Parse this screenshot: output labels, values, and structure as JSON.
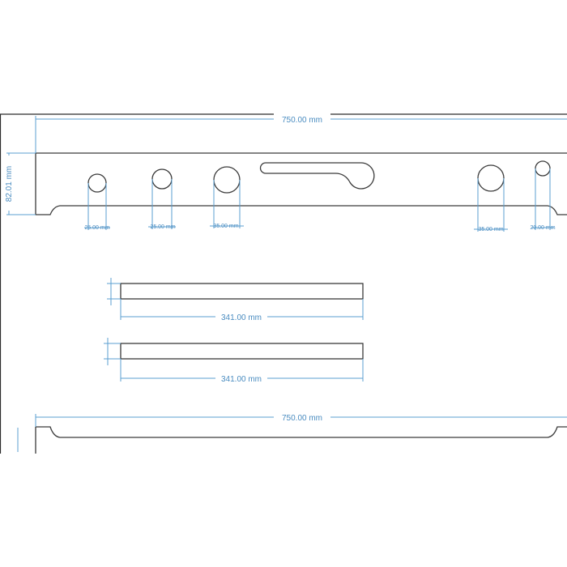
{
  "drawing": {
    "top_plate": {
      "width_label": "750.00 mm",
      "height_label": "82.01 mm",
      "hole_labels": [
        "25.00 mm",
        "25.00 mm",
        "35.00 mm",
        "35.00 mm",
        "20.00 mm"
      ]
    },
    "bar_1": {
      "length_label": "341.00 mm"
    },
    "bar_2": {
      "length_label": "341.00 mm"
    },
    "bottom_plate": {
      "width_label": "750.00 mm"
    }
  },
  "colors": {
    "dimension": "#5b9fd0",
    "outline": "#3a3a3a",
    "background": "#ffffff"
  }
}
